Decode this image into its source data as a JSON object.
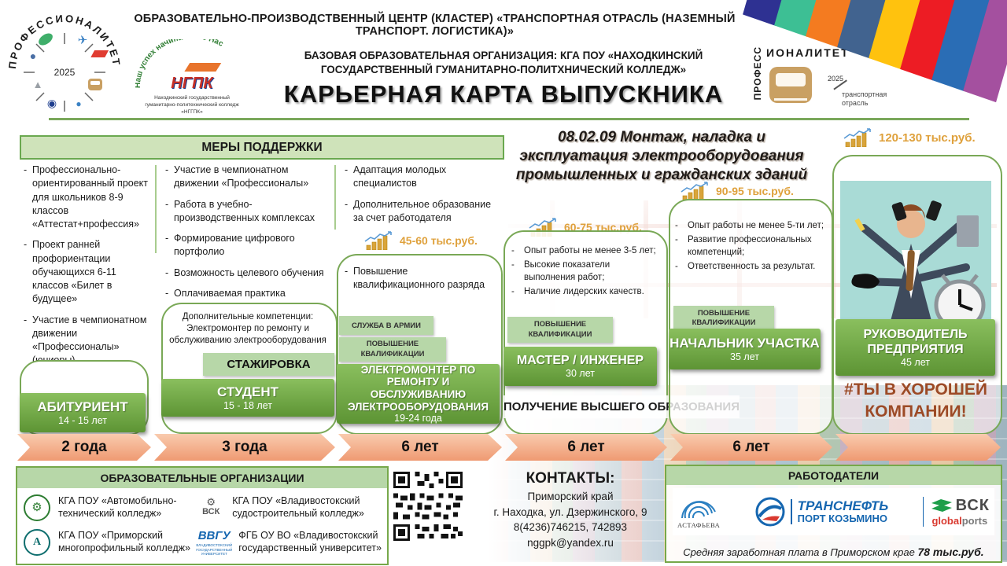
{
  "colors": {
    "accent_green": "#76a84a",
    "light_green": "#b7d7a8",
    "arrow_salmon": "#f2a47f",
    "salary_orange": "#dfa13c",
    "hashtag_brown": "#9c4a26"
  },
  "header": {
    "cluster_line": "ОБРАЗОВАТЕЛЬНО-ПРОИЗВОДСТВЕННЫЙ  ЦЕНТР (КЛАСТЕР) «ТРАНСПОРТНАЯ  ОТРАСЛЬ (НАЗЕМНЫЙ  ТРАНСПОРТ. ЛОГИСТИКА)»",
    "base_org_line": "БАЗОВАЯ ОБРАЗОВАТЕЛЬНАЯ ОРГАНИЗАЦИЯ: КГА ПОУ «НАХОДКИНСКИЙ ГОСУДАРСТВЕННЫЙ ГУМАНИТАРНО-ПОЛИТХНИЧЕСКИЙ КОЛЛЕДЖ»",
    "title": "КАРЬЕРНАЯ  КАРТА ВЫПУСКНИКА",
    "circle_logo": {
      "arc_text": "ПРОФЕССИОНАЛИТЕТ",
      "year": "2025",
      "plane_glyph": "✈",
      "mountain_glyph": "▲",
      "target_glyph": "◉",
      "drop_glyph": "●",
      "blob_glyph": "●"
    },
    "ngpk_logo": {
      "arc_text": "Наш успех начинается с Нас",
      "abbr": "НГПК",
      "caption1": "Находкинский государственный",
      "caption2": "гуманитарно-политехнический колледж",
      "caption3": "«НГГПК»"
    },
    "right_logo": {
      "vertical": "ПРОФЕСС",
      "horizontal": "ИОНАЛИТЕТ",
      "year": "2025",
      "caption1": "транспортная",
      "caption2": "отрасль"
    }
  },
  "support": {
    "title": "МЕРЫ ПОДДЕРЖКИ",
    "col1": [
      "Профессионально-ориентированный проект для  школьников 8-9 классов «Аттестат+профессия»",
      "Проект ранней профориентации обучающихся 6-11 классов «Билет  в будущее»",
      "Участие в чемпионатном движении «Профессионалы» (юниоры)"
    ],
    "col2": [
      "Участие в чемпионатном движении «Профессионалы»",
      "Работа в учебно-производственных комплексах",
      "Формирование цифрового портфолио",
      "Возможность целевого обучения",
      "Оплачиваемая практика"
    ],
    "col3": [
      "Адаптация молодых специалистов",
      "Дополнительное образование за счет работодателя"
    ]
  },
  "program_title": "08.02.09 Монтаж, наладка и эксплуатация электрооборудования промышленных и гражданских зданий",
  "stages": {
    "s1": {
      "job": "АБИТУРИЕНТ",
      "age": "14 - 15 лет"
    },
    "s2": {
      "note": "Дополнительные компетенции: Электромонтер по ремонту и обслуживанию электрооборудования",
      "label": "СТАЖИРОВКА",
      "job": "СТУДЕНТ",
      "age": "15 - 18 лет"
    },
    "s3": {
      "bullet": "Повышение квалификационного разряда",
      "salary": "45-60 тыс.руб.",
      "label1": "СЛУЖБА  В АРМИИ",
      "label2": "ПОВЫШЕНИЕ КВАЛИФИКАЦИИ",
      "job": "ЭЛЕКТРОМОНТЕР ПО РЕМОНТУ И ОБСЛУЖИВАНИЮ ЭЛЕКТРООБОРУДОВАНИЯ",
      "age": "19-24 года"
    },
    "s4": {
      "bullets": [
        "Опыт работы не  менее 3-5 лет;",
        "Высокие показатели выполнения работ;",
        "Наличие лидерских качеств."
      ],
      "salary": "60-75 тыс.руб.",
      "label": "ПОВЫШЕНИЕ КВАЛИФИКАЦИИ",
      "job": "МАСТЕР / ИНЖЕНЕР",
      "age": "30 лет",
      "band": "ПОЛУЧЕНИЕ ВЫСШЕГО  ОБРАЗОВАНИЯ"
    },
    "s5": {
      "bullets": [
        "Опыт работы не  менее  5-ти лет;",
        "Развитие профессиональных компетенций;",
        "Ответственность за результат."
      ],
      "salary": "90-95 тыс.руб.",
      "label": "ПОВЫШЕНИЕ КВАЛИФИКАЦИИ",
      "job": "НАЧАЛЬНИК УЧАСТКА",
      "age": "35 лет"
    },
    "s6": {
      "salary": "120-130 тыс.руб.",
      "job": "РУКОВОДИТЕЛЬ ПРЕДПРИЯТИЯ",
      "age": "45 лет",
      "hashtag_line1": "#ТЫ В ХОРОШЕЙ",
      "hashtag_line2": "КОМПАНИИ!"
    }
  },
  "timeline": [
    "2 года",
    "3 года",
    "6 лет",
    "6 лет",
    "6 лет"
  ],
  "education": {
    "title": "ОБРАЗОВАТЕЛЬНЫЕ  ОРГАНИЗАЦИИ",
    "orgs": [
      {
        "name": "КГА ПОУ  «Автомобильно-технический колледж»",
        "logo_glyph": "⚙"
      },
      {
        "name": "КГА ПОУ  «Владивостокский судостроительный колледж»",
        "logo_glyph": "⚙",
        "logo_abbr": "ВСК"
      },
      {
        "name": "КГА ПОУ  «Приморский многопрофильный колледж»",
        "logo_glyph": "А"
      },
      {
        "name": "ФГБ ОУ ВО  «Владивостокский государственный университет»",
        "logo_abbr": "ВВГУ",
        "logo_caption": "ВЛАДИВОСТОКСКИЙ ГОСУДАРСТВЕННЫЙ УНИВЕРСИТЕТ"
      }
    ]
  },
  "contacts": {
    "title": "КОНТАКТЫ:",
    "line1": "Приморский край",
    "line2": "г. Находка, ул. Дзержинского, 9",
    "line3": "8(4236)746215,  742893",
    "line4": "nggpk@yandex.ru"
  },
  "employers": {
    "title": "РАБОТОДАТЕЛИ",
    "astafieva": "АСТАФЬЕВА",
    "transneft_line1": "ТРАНСНЕФТЬ",
    "transneft_line2": "ПОРТ КОЗЬМИНО",
    "vsk": "ВСК",
    "global": "global",
    "ports": "ports",
    "footer_text": "Средняя заработная  плата в Приморском крае ",
    "footer_value": "78 тыс.руб."
  }
}
